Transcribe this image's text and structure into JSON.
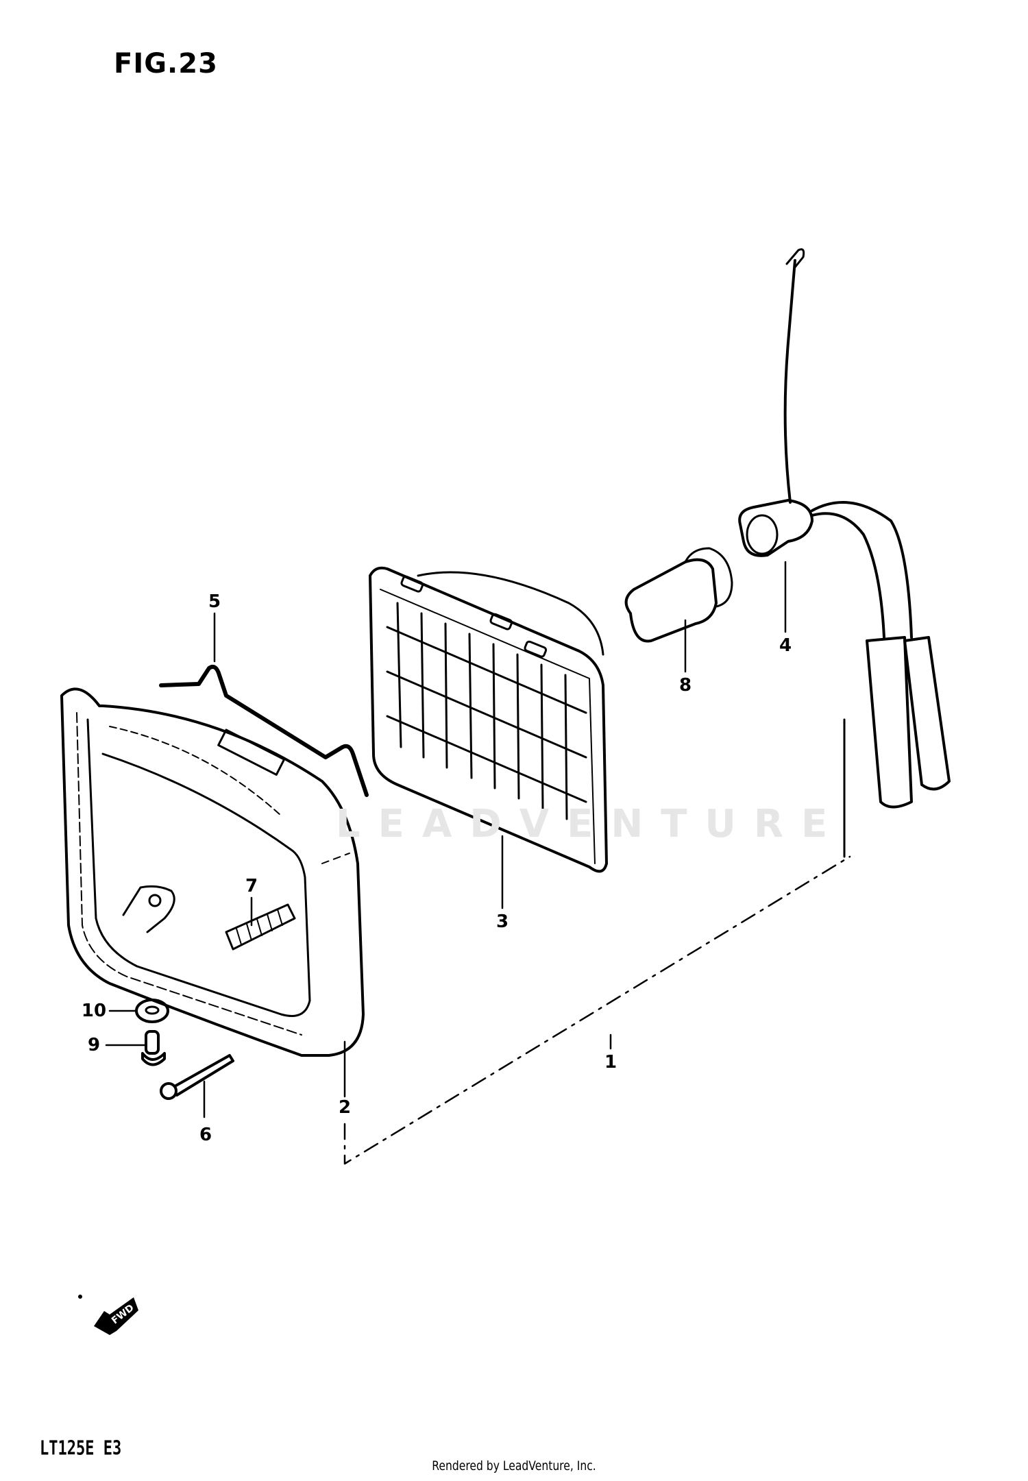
{
  "figure": {
    "title": "FIG.23",
    "model_code": "LT125E  E3",
    "credit": "Rendered by LeadVenture, Inc.",
    "watermark": "LEADVENTURE",
    "direction_indicator": "FWD"
  },
  "callouts": [
    {
      "number": "1",
      "part": "headlight-assembly"
    },
    {
      "number": "2",
      "part": "headlight-housing-bezel"
    },
    {
      "number": "3",
      "part": "headlight-lens-unit"
    },
    {
      "number": "4",
      "part": "bulb-socket-with-wiring"
    },
    {
      "number": "5",
      "part": "retaining-wire-spring"
    },
    {
      "number": "6",
      "part": "adjusting-screw"
    },
    {
      "number": "7",
      "part": "spring"
    },
    {
      "number": "8",
      "part": "bulb"
    },
    {
      "number": "9",
      "part": "bolt"
    },
    {
      "number": "10",
      "part": "washer"
    }
  ]
}
